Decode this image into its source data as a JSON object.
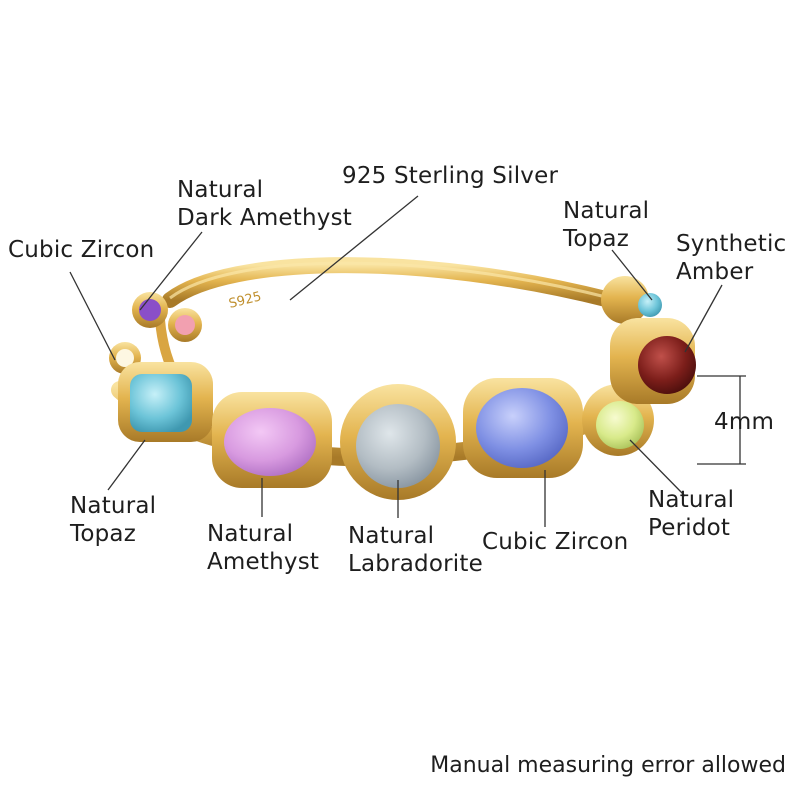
{
  "colors": {
    "gold": "#e3b44f",
    "gold_dark": "#b8862e",
    "gold_light": "#f7dc8f",
    "amethyst": "#d89ae0",
    "labradorite": "#b3bdc4",
    "cubic_zircon_blue": "#7f90e4",
    "topaz_blue": "#6cc4d8",
    "peridot": "#d8ea8a",
    "amber": "#7c1e1a",
    "dark_amethyst": "#8a4fc8",
    "pink_stone": "#f2a0b0"
  },
  "ring": {
    "engraving": "S925"
  },
  "labels": {
    "sterling_silver": "925 Sterling Silver",
    "dark_amethyst": [
      "Natural",
      "Dark Amethyst"
    ],
    "cubic_zircon_left": "Cubic Zircon",
    "topaz_right": [
      "Natural",
      "Topaz"
    ],
    "synthetic_amber": [
      "Synthetic",
      "Amber"
    ],
    "size": "4mm",
    "topaz_left": [
      "Natural",
      "Topaz"
    ],
    "amethyst": [
      "Natural",
      "Amethyst"
    ],
    "labradorite": [
      "Natural",
      "Labradorite"
    ],
    "cubic_zircon_bottom": "Cubic Zircon",
    "peridot": [
      "Natural",
      "Peridot"
    ]
  },
  "footer": "Manual measuring error allowed"
}
